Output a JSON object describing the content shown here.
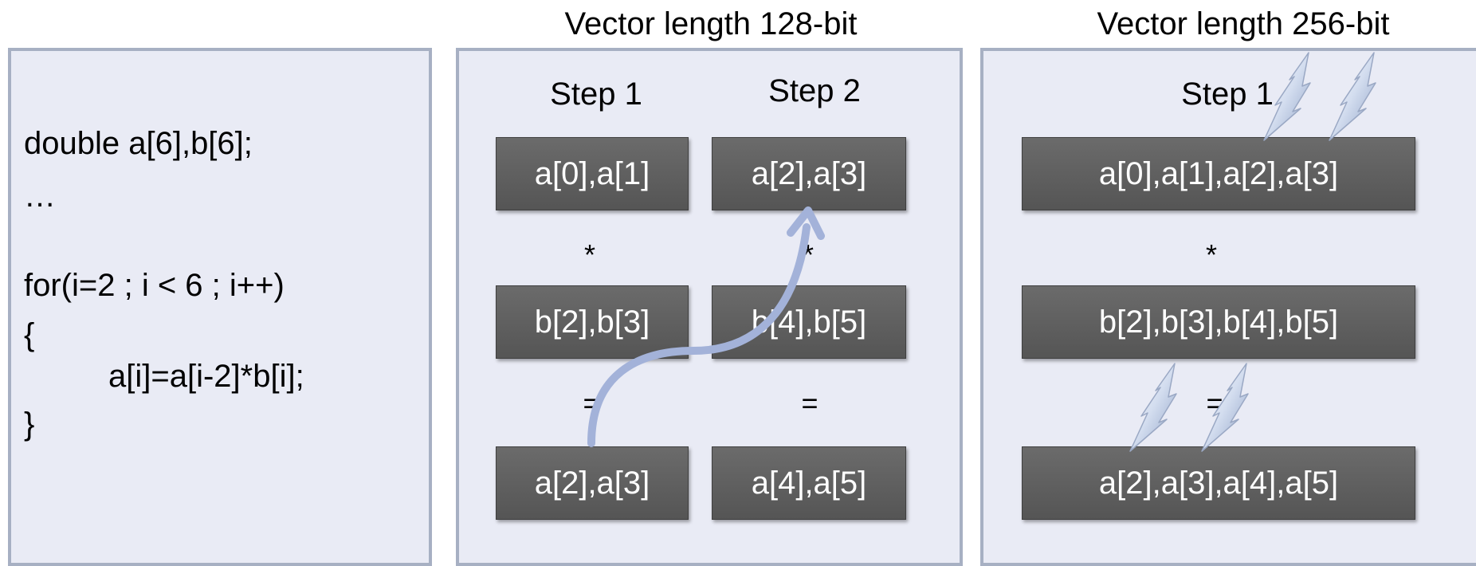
{
  "titles": {
    "vl128": "Vector length 128-bit",
    "vl256": "Vector length 256-bit"
  },
  "code": {
    "line1": "double a[6],b[6];",
    "line2": "…",
    "line3": "for(i=2 ; i < 6 ; i++)",
    "line4": "{",
    "line5": "a[i]=a[i-2]*b[i];",
    "line6": "}"
  },
  "vl128": {
    "step1_label": "Step 1",
    "step2_label": "Step 2",
    "step1": {
      "a": "a[0],a[1]",
      "op1": "*",
      "b": "b[2],b[3]",
      "op2": "=",
      "result": "a[2],a[3]"
    },
    "step2": {
      "a": "a[2],a[3]",
      "op1": "*",
      "b": "b[4],b[5]",
      "op2": "=",
      "result": "a[4],a[5]"
    }
  },
  "vl256": {
    "step1_label": "Step 1",
    "a": "a[0],a[1],a[2],a[3]",
    "op1": "*",
    "b": "b[2],b[3],b[4],b[5]",
    "op2": "=",
    "result": "a[2],a[3],a[4],a[5]"
  },
  "colors": {
    "panel_fill": "#e9ebf5",
    "panel_border": "#a7b0c3",
    "vector_box": "#5e5e5e",
    "arrow": "#a3b2d9",
    "lightning": "#d3ddef"
  },
  "icons": [
    "dependency-arrow",
    "lightning-icon"
  ]
}
